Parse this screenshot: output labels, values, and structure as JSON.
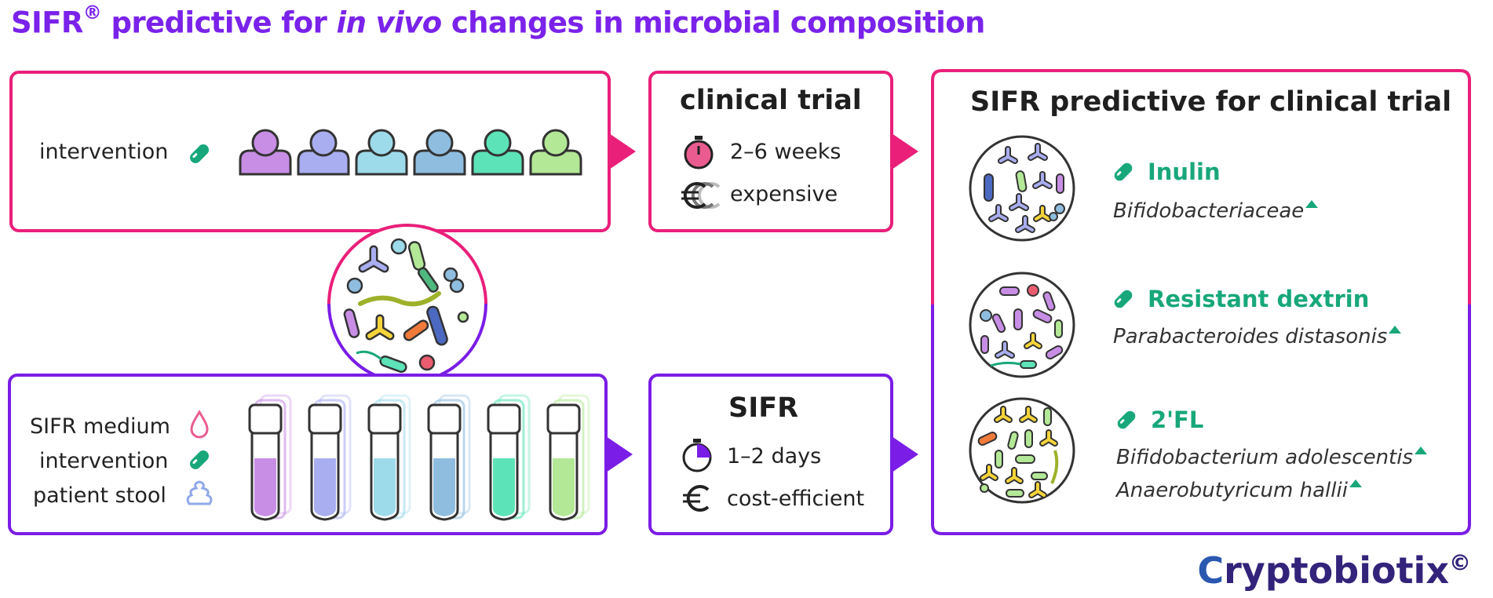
{
  "title": {
    "pre": "SIFR",
    "reg": "®",
    "mid": " predictive for ",
    "em": "in vivo",
    "post": " changes in microbial composition"
  },
  "top_panel": {
    "label": "intervention",
    "people_colors": [
      "#c88ee6",
      "#a9aef0",
      "#9ddbea",
      "#8fbde0",
      "#5ce3b8",
      "#b3e896"
    ]
  },
  "bottom_panel": {
    "labels": [
      "SIFR medium",
      "intervention",
      "patient stool"
    ],
    "tube_colors": [
      "#c88ee6",
      "#a9aef0",
      "#9ddbea",
      "#8fbde0",
      "#5ce3b8",
      "#b3e896"
    ]
  },
  "clinical": {
    "title": "clinical trial",
    "duration": "2–6 weeks",
    "cost": "expensive"
  },
  "sifr": {
    "title": "SIFR",
    "duration": "1–2 days",
    "cost": "cost-efficient"
  },
  "predictive": {
    "title": "SIFR predictive for clinical trial",
    "items": [
      {
        "name": "Inulin",
        "taxa": [
          "Bifidobacteriaceae"
        ]
      },
      {
        "name": "Resistant dextrin",
        "taxa": [
          "Parabacteroides distasonis"
        ]
      },
      {
        "name": "2'FL",
        "taxa": [
          "Bifidobacterium adolescentis",
          "Anaerobutyricum hallii"
        ]
      }
    ]
  },
  "colors": {
    "pink": "#ea1f7a",
    "purple": "#7a1de6",
    "green": "#18a77a",
    "title": "#7a22ea"
  },
  "icons": [
    "pill-icon",
    "person-icon",
    "stopwatch-icon",
    "euro-icon",
    "drop-icon",
    "stool-icon",
    "tube-icon",
    "microbe-circle",
    "up-triangle-icon"
  ],
  "logo": {
    "text": "ryptobiotix",
    "mark": "C",
    "copyright": "©"
  }
}
